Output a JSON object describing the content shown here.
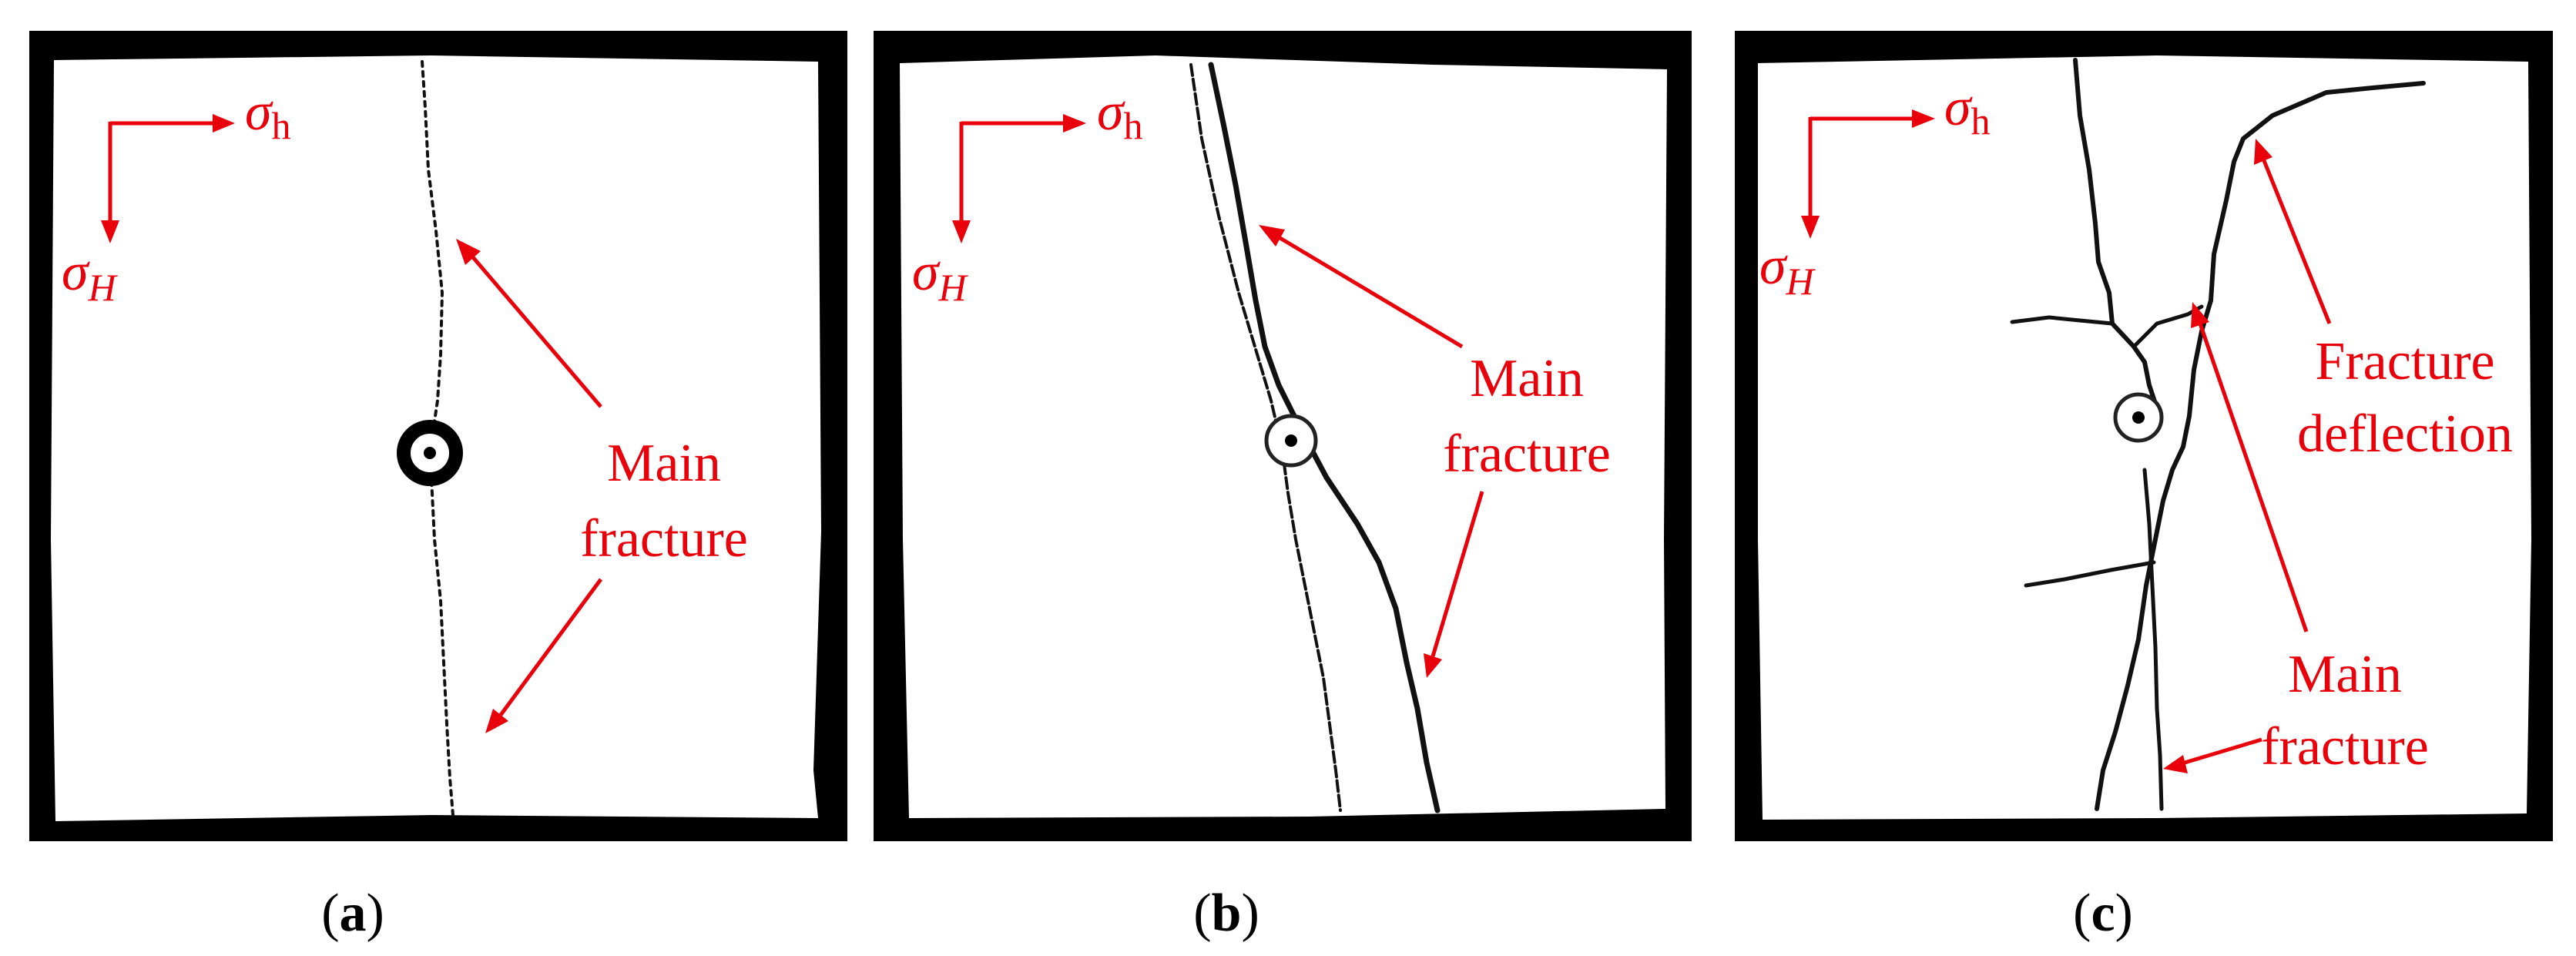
{
  "stress_labels": {
    "sigma": "σ",
    "h_sub": "h",
    "H_sub": "H"
  },
  "panels": [
    {
      "id": "a",
      "caption_letter": "a",
      "annotations": [
        {
          "lines": [
            "Main",
            "fracture"
          ]
        }
      ]
    },
    {
      "id": "b",
      "caption_letter": "b",
      "annotations": [
        {
          "lines": [
            "Main",
            "fracture"
          ]
        }
      ]
    },
    {
      "id": "c",
      "caption_letter": "c",
      "annotations": [
        {
          "lines": [
            "Fracture",
            "deflection"
          ]
        },
        {
          "lines": [
            "Main",
            "fracture"
          ]
        }
      ]
    }
  ],
  "colors": {
    "annotation": "#e8000a",
    "frame": "#000000",
    "specimen": "#ffffff",
    "fracture": "#111111"
  }
}
